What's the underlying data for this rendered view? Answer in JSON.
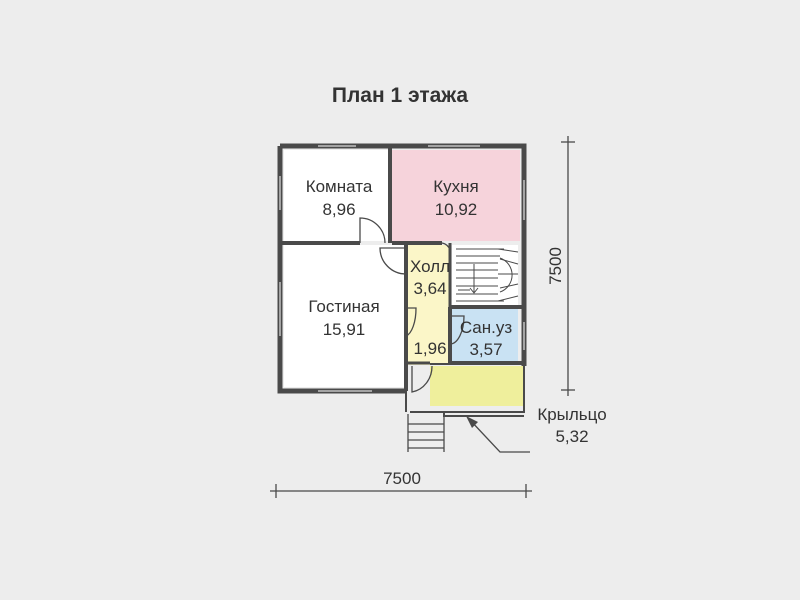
{
  "title": "План 1 этажа",
  "colors": {
    "background": "#ededed",
    "wall": "#4a4a4a",
    "kitchen": "#f6d3db",
    "hall": "#fbf6c8",
    "bathroom": "#c9e2f3",
    "porch": "#efef9c",
    "room": "#ffffff"
  },
  "rooms": {
    "komnata": {
      "name": "Комната",
      "area": "8,96"
    },
    "kukhnya": {
      "name": "Кухня",
      "area": "10,92"
    },
    "gostinaya": {
      "name": "Гостиная",
      "area": "15,91"
    },
    "kholl": {
      "name": "Холл",
      "area": "3,64"
    },
    "sanuzel": {
      "name": "Сан.уз",
      "area": "3,57"
    },
    "tambur": {
      "area": "1,96"
    },
    "kryltso": {
      "name": "Крыльцо",
      "area": "5,32"
    }
  },
  "dimensions": {
    "width": "7500",
    "height": "7500"
  }
}
